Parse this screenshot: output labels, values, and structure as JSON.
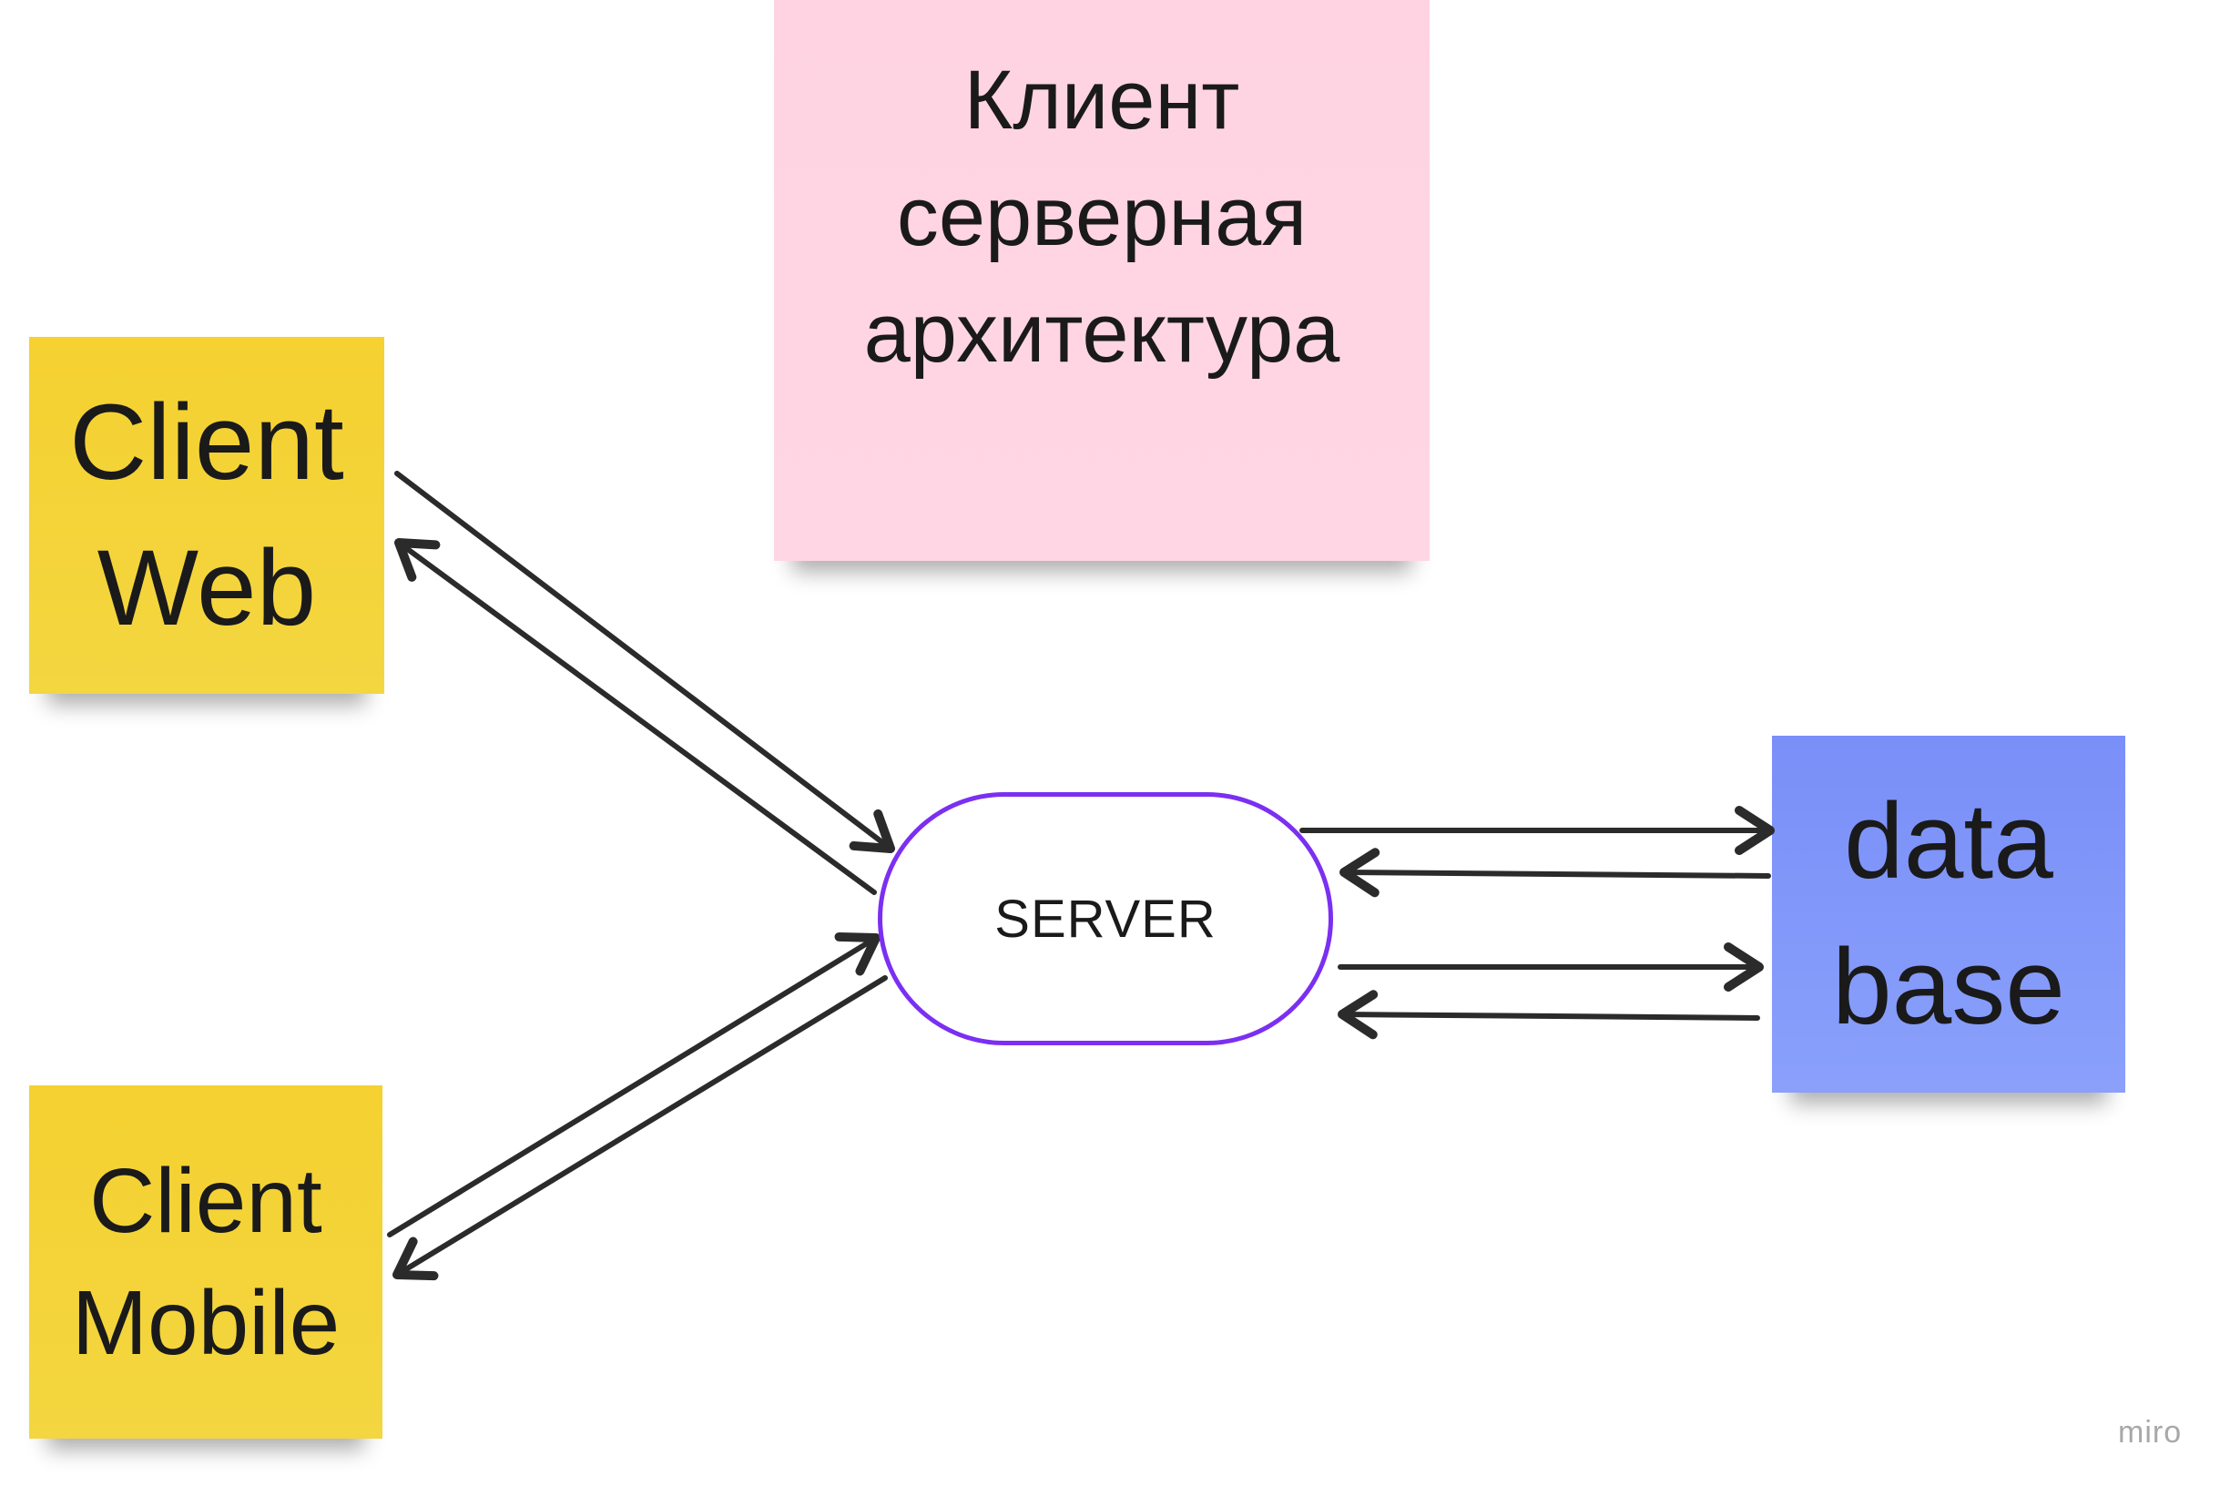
{
  "title_note": {
    "lines": [
      "Клиент",
      "серверная",
      "архитектура"
    ],
    "color": "#ffd3e2"
  },
  "client_web": {
    "lines": [
      "Client",
      "Web"
    ],
    "color": "#f5d131"
  },
  "client_mobile": {
    "lines": [
      "Client",
      "Mobile"
    ],
    "color": "#f5d131"
  },
  "database": {
    "lines": [
      "data",
      "base"
    ],
    "color": "#7a8ff8"
  },
  "server": {
    "label": "SERVER",
    "border_color": "#7b2ff2"
  },
  "watermark": "miro",
  "arrow_color": "#2b2b2b"
}
